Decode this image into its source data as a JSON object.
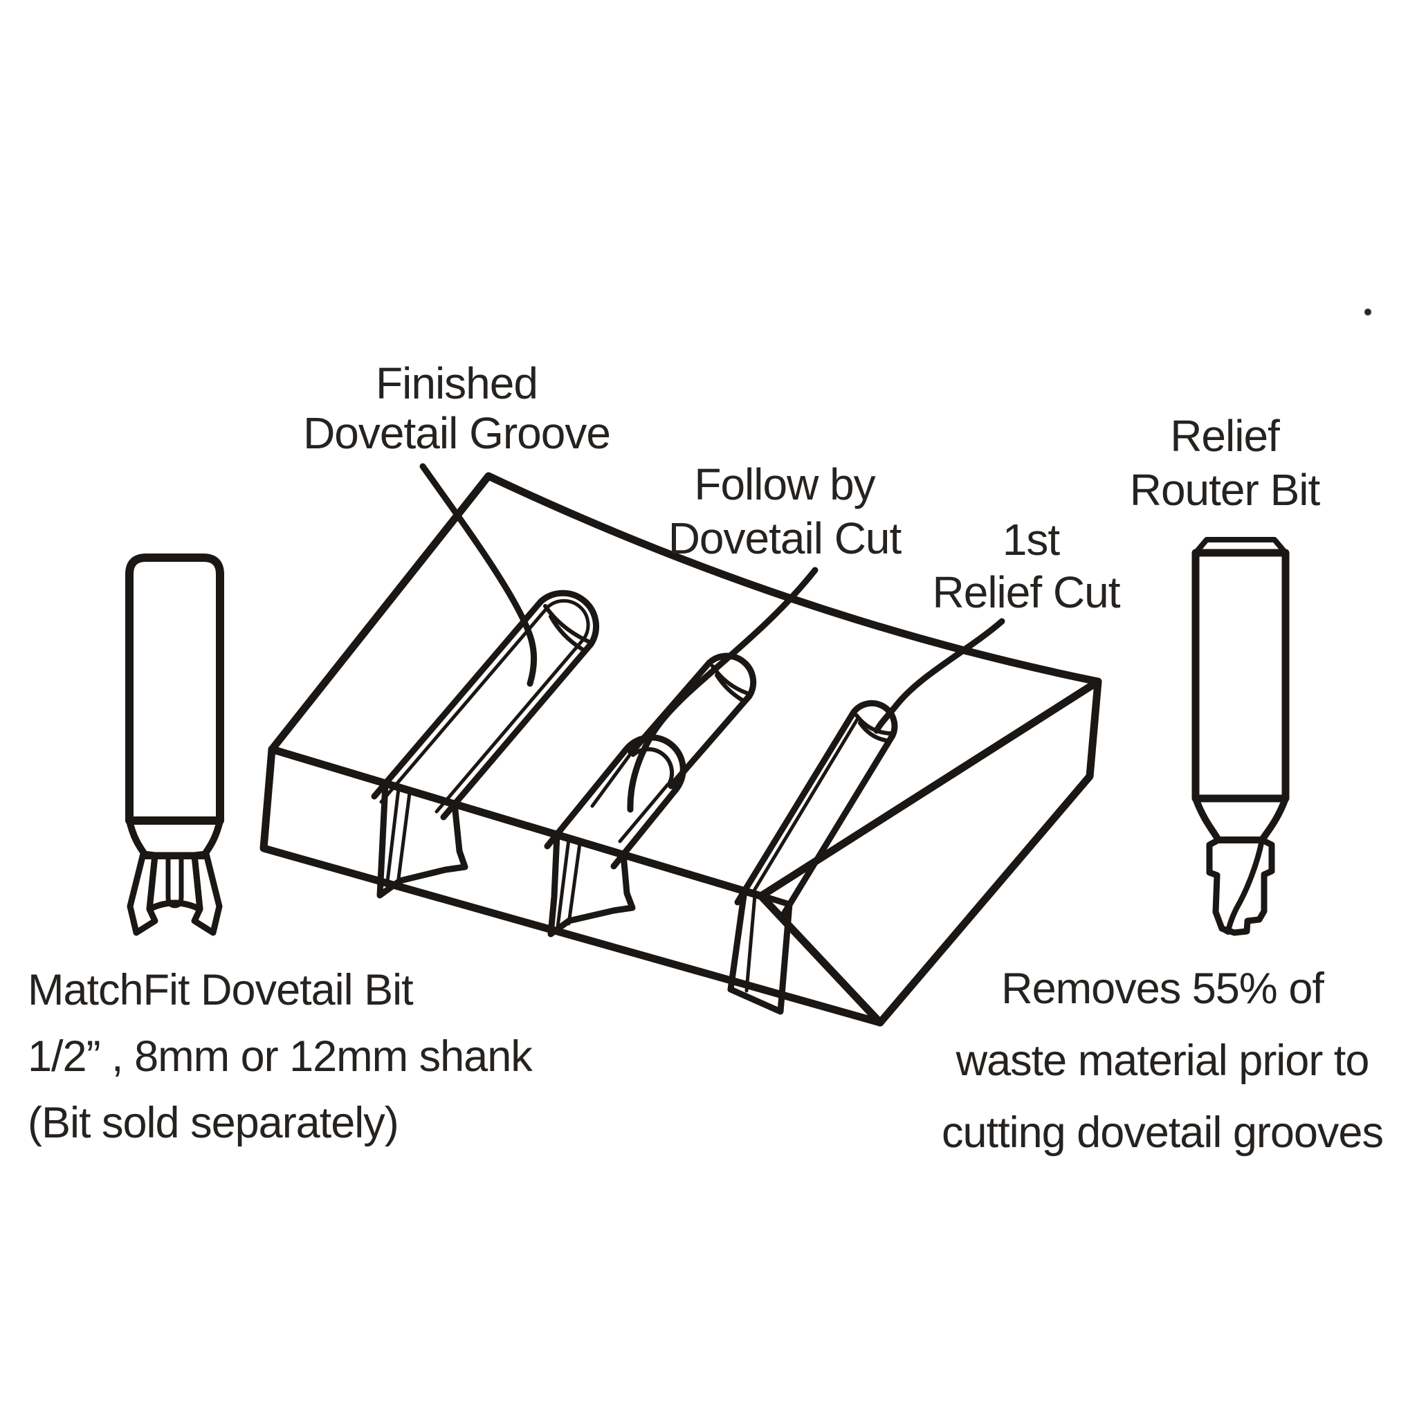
{
  "diagram": {
    "type": "instructional-illustration",
    "subject": "MatchFit dovetail groove routing process",
    "callouts": {
      "finished_groove": {
        "line1": "Finished",
        "line2": "Dovetail Groove"
      },
      "follow_by": {
        "line1": "Follow by",
        "line2": "Dovetail Cut"
      },
      "first_relief": {
        "line1": "1st",
        "line2": "Relief Cut"
      },
      "relief_bit": {
        "line1": "Relief",
        "line2": "Router Bit"
      }
    },
    "captions": {
      "left_bit": {
        "line1": "MatchFit Dovetail Bit",
        "line2": "1/2” , 8mm or 12mm shank",
        "line3": "(Bit sold separately)"
      },
      "right_bit": {
        "line1": "Removes 55% of",
        "line2": "waste material prior to",
        "line3": "cutting dovetail grooves"
      }
    },
    "colors": {
      "background": "#ffffff",
      "wood_top": "#cfc4ad",
      "wood_left": "#c4b89f",
      "wood_right": "#cabfa7",
      "dovetail_yellow": "#f9c53c",
      "relief_white": "#ffffff",
      "steel_light": "#c9cacd",
      "outline": "#1a1714",
      "text": "#25221f"
    }
  }
}
